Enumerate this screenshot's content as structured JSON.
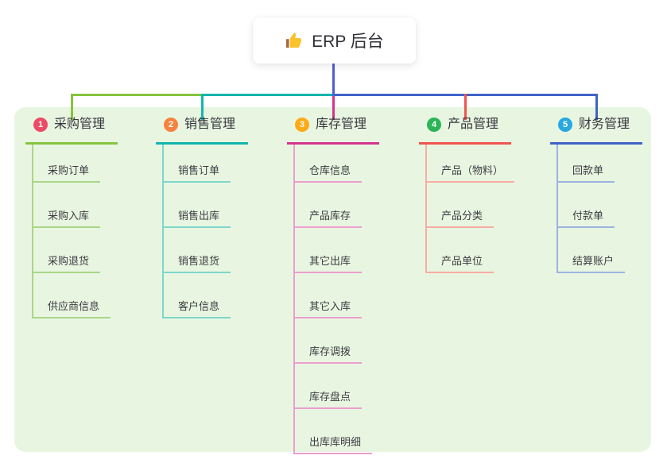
{
  "root": {
    "title": "ERP 后台",
    "icon": "thumbs-up-icon"
  },
  "canvas": {
    "panel_bg": "#e8f6e1",
    "root_line_color": "#4f5ed8",
    "icon_hand_color": "#fac22b",
    "icon_cuff_color": "#a96a3c"
  },
  "branches": [
    {
      "num": "1",
      "label": "采购管理",
      "badge_color": "#ec4b67",
      "line_color": "#86c43e",
      "child_line_color": "#a9d687",
      "children": [
        "采购订单",
        "采购入库",
        "采购退货",
        "供应商信息"
      ]
    },
    {
      "num": "2",
      "label": "销售管理",
      "badge_color": "#f5823f",
      "line_color": "#12b6ae",
      "child_line_color": "#7ed6cb",
      "children": [
        "销售订单",
        "销售出库",
        "销售退货",
        "客户信息"
      ]
    },
    {
      "num": "3",
      "label": "库存管理",
      "badge_color": "#fcab17",
      "line_color": "#d4348e",
      "child_line_color": "#ec9ece",
      "children": [
        "仓库信息",
        "产品库存",
        "其它出库",
        "其它入库",
        "库存调拨",
        "库存盘点",
        "出库库明细"
      ]
    },
    {
      "num": "4",
      "label": "产品管理",
      "badge_color": "#2db457",
      "line_color": "#f2534e",
      "child_line_color": "#f8aca4",
      "children": [
        "产品（物料）",
        "产品分类",
        "产品单位"
      ]
    },
    {
      "num": "5",
      "label": "财务管理",
      "badge_color": "#28a8e0",
      "line_color": "#3f63c8",
      "child_line_color": "#9bb3e2",
      "children": [
        "回款单",
        "付款单",
        "结算账户"
      ]
    }
  ]
}
